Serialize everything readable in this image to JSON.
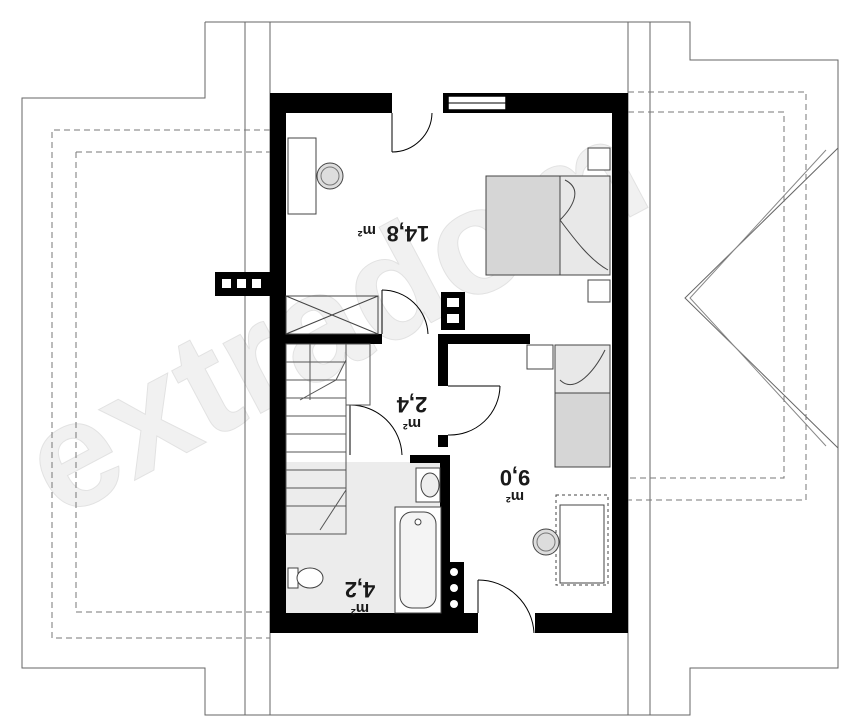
{
  "plan": {
    "watermark": "extradom",
    "rooms": [
      {
        "id": "bedroom-large",
        "area": "14,8",
        "unit": "m²"
      },
      {
        "id": "hall",
        "area": "2,4",
        "unit": "m²"
      },
      {
        "id": "bedroom-small",
        "area": "9,0",
        "unit": "m²"
      },
      {
        "id": "bathroom",
        "area": "4,2",
        "unit": "m²"
      }
    ],
    "colors": {
      "wall": "#000000",
      "outline": "#555555",
      "furniture_fill": "#d6d6d6",
      "bathroom_floor": "#ebebeb",
      "watermark": "#f2f2f2"
    }
  }
}
